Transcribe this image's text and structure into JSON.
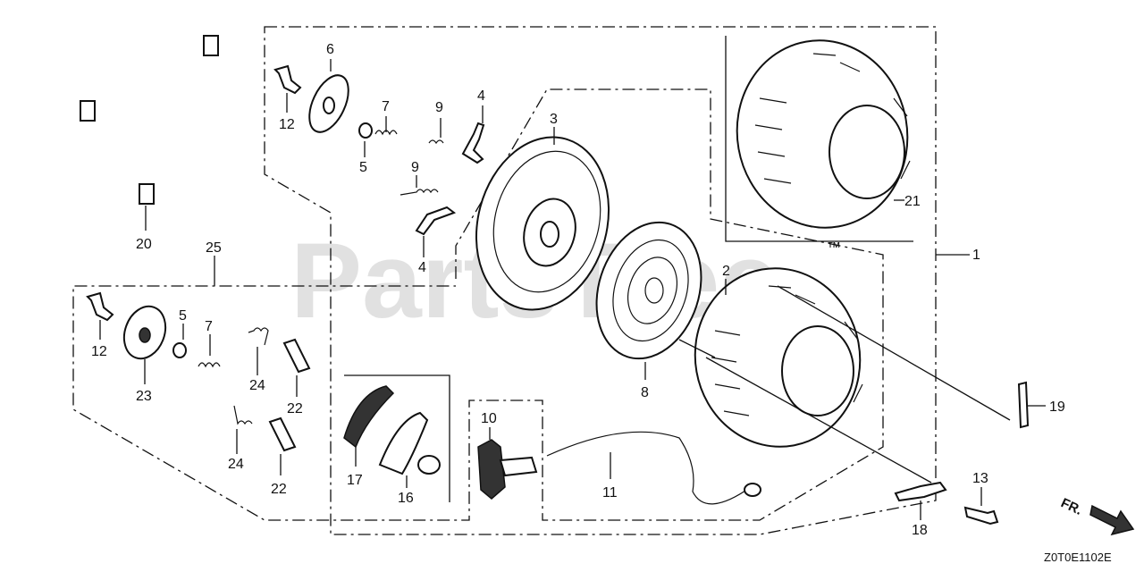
{
  "watermark": "PartsTree",
  "watermark_tm": "™",
  "diagram_code": "Z0T0E1102E",
  "front_marker": "FR.",
  "callouts": {
    "c1": "1",
    "c2": "2",
    "c3": "3",
    "c4a": "4",
    "c4b": "4",
    "c5a": "5",
    "c5b": "5",
    "c6": "6",
    "c7a": "7",
    "c7b": "7",
    "c8": "8",
    "c9a": "9",
    "c9b": "9",
    "c10": "10",
    "c11": "11",
    "c12a": "12",
    "c12b": "12",
    "c13": "13",
    "c16": "16",
    "c17": "17",
    "c18": "18",
    "c19": "19",
    "c20": "20",
    "c21": "21",
    "c22a": "22",
    "c22b": "22",
    "c23": "23",
    "c24a": "24",
    "c24b": "24",
    "c25": "25"
  }
}
